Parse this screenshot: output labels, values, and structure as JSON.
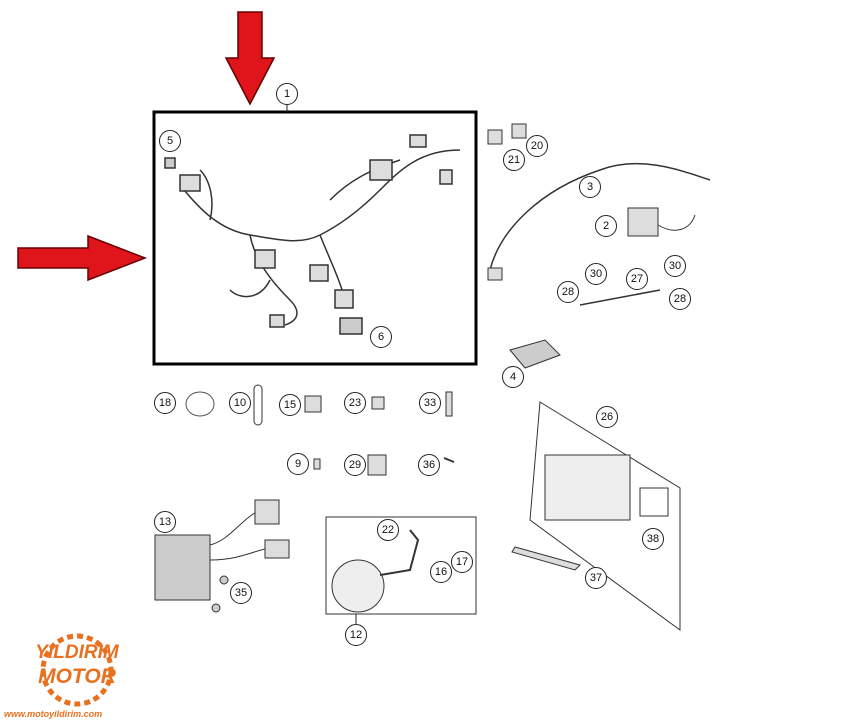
{
  "diagram": {
    "highlight_color": "#000000",
    "arrow_color": "#e0141b",
    "callouts": [
      {
        "id": "c1",
        "label": "1"
      },
      {
        "id": "c5",
        "label": "5"
      },
      {
        "id": "c21",
        "label": "21"
      },
      {
        "id": "c20",
        "label": "20"
      },
      {
        "id": "c3",
        "label": "3"
      },
      {
        "id": "c2",
        "label": "2"
      },
      {
        "id": "c30a",
        "label": "30"
      },
      {
        "id": "c27",
        "label": "27"
      },
      {
        "id": "c30b",
        "label": "30"
      },
      {
        "id": "c28a",
        "label": "28"
      },
      {
        "id": "c28b",
        "label": "28"
      },
      {
        "id": "c6",
        "label": "6"
      },
      {
        "id": "c4",
        "label": "4"
      },
      {
        "id": "c18",
        "label": "18"
      },
      {
        "id": "c10",
        "label": "10"
      },
      {
        "id": "c15",
        "label": "15"
      },
      {
        "id": "c23",
        "label": "23"
      },
      {
        "id": "c33",
        "label": "33"
      },
      {
        "id": "c26",
        "label": "26"
      },
      {
        "id": "c9",
        "label": "9"
      },
      {
        "id": "c29",
        "label": "29"
      },
      {
        "id": "c36",
        "label": "36"
      },
      {
        "id": "c13",
        "label": "13"
      },
      {
        "id": "c22",
        "label": "22"
      },
      {
        "id": "c17",
        "label": "17"
      },
      {
        "id": "c16",
        "label": "16"
      },
      {
        "id": "c38",
        "label": "38"
      },
      {
        "id": "c37",
        "label": "37"
      },
      {
        "id": "c35",
        "label": "35"
      },
      {
        "id": "c12",
        "label": "12"
      }
    ]
  },
  "logo": {
    "line1": "YILDIRIM",
    "line2": "MOTOR",
    "url": "www.motoyildirim.com",
    "color": "#e8701f"
  }
}
